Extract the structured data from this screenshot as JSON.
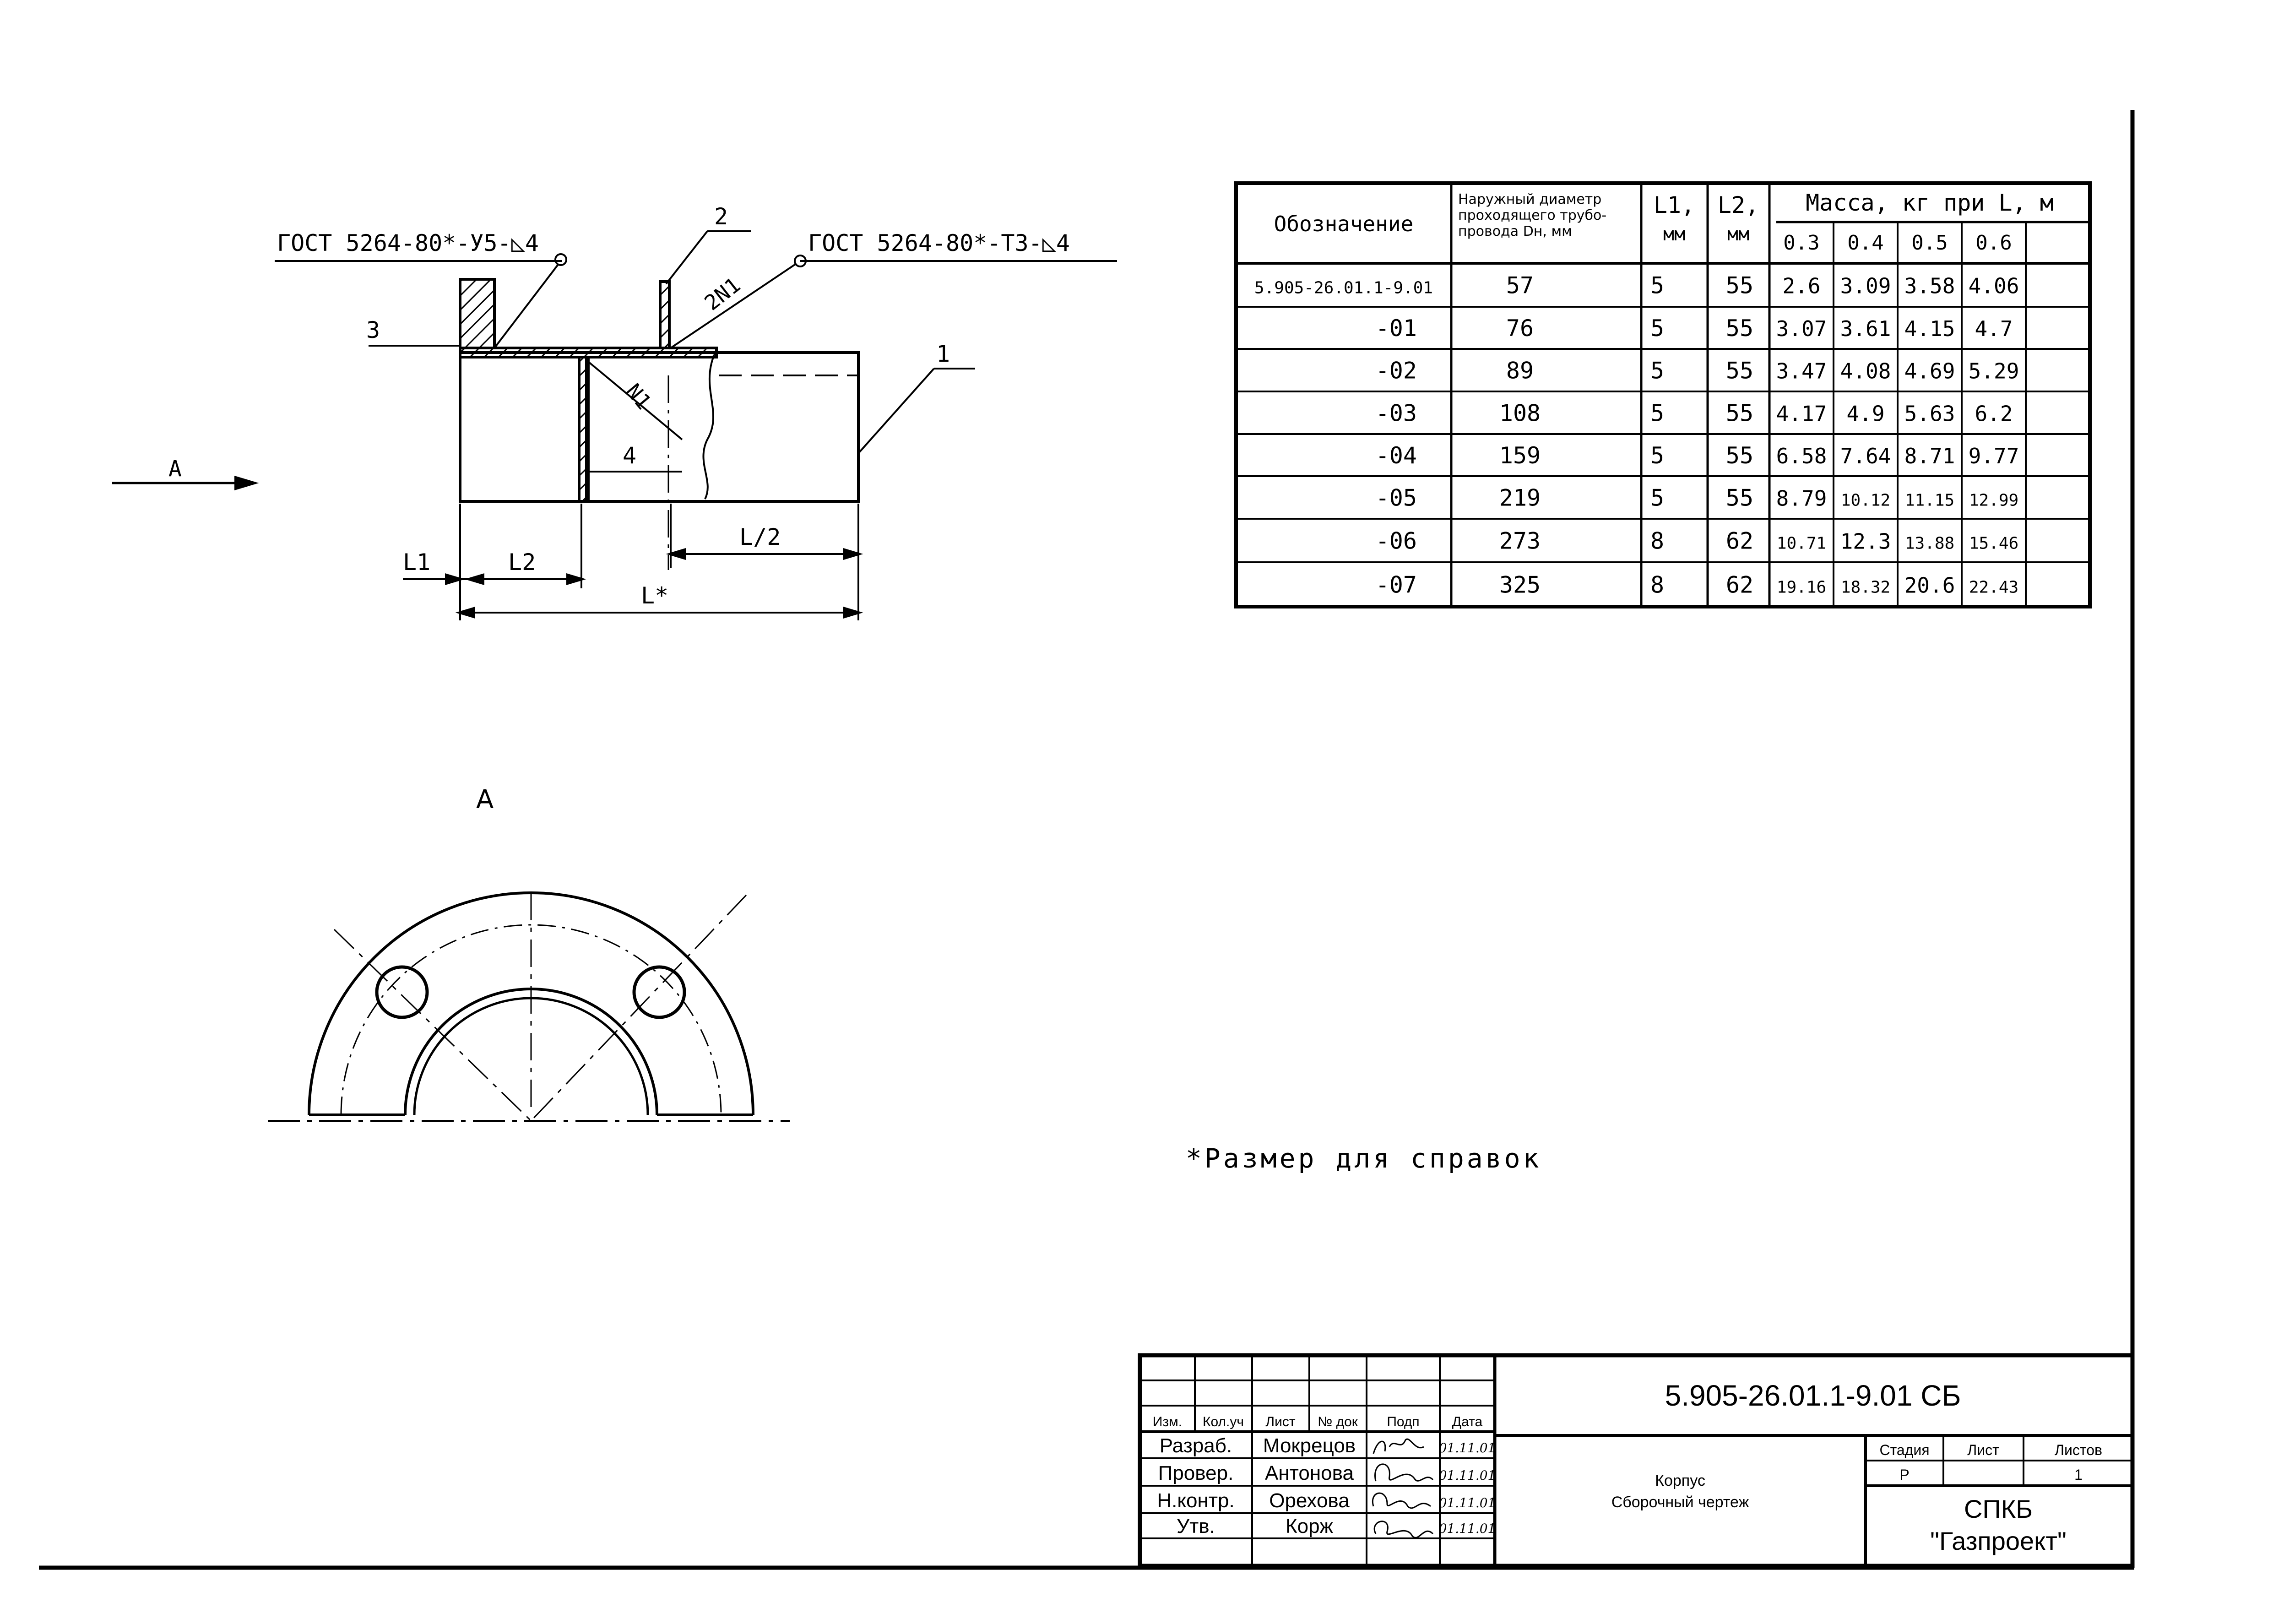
{
  "drawing": {
    "gost_left": "ГОСТ 5264-80*-У5-◺4",
    "gost_right": "ГОСТ 5264-80*-Т3-◺4",
    "weld_n1": "N1",
    "weld_2n1": "2N1",
    "pos1": "1",
    "pos2": "2",
    "pos3": "3",
    "pos4": "4",
    "view_arrow": "А",
    "dim_l1": "L1",
    "dim_l2": "L2",
    "dim_l_half": "L/2",
    "dim_l_total": "L*",
    "view_a_title": "А"
  },
  "note": "*Размер для справок",
  "table": {
    "headers": {
      "designation": "Обозначение",
      "diam_line1": "Наружный диаметр",
      "diam_line2": "проходящего трубо-",
      "diam_line3": "провода Dн, мм",
      "l1_a": "L1,",
      "l1_b": "мм",
      "l2_a": "L2,",
      "l2_b": "мм",
      "mass": "Масса, кг при L, м",
      "m1": "0.3",
      "m2": "0.4",
      "m3": "0.5",
      "m4": "0.6"
    },
    "rows": [
      {
        "des": "5.905-26.01.1-9.01",
        "d": "57",
        "l1": "5",
        "l2": "55",
        "a": "2.6",
        "b": "3.09",
        "c": "3.58",
        "e": "4.06"
      },
      {
        "des": "-01",
        "d": "76",
        "l1": "5",
        "l2": "55",
        "a": "3.07",
        "b": "3.61",
        "c": "4.15",
        "e": "4.7"
      },
      {
        "des": "-02",
        "d": "89",
        "l1": "5",
        "l2": "55",
        "a": "3.47",
        "b": "4.08",
        "c": "4.69",
        "e": "5.29"
      },
      {
        "des": "-03",
        "d": "108",
        "l1": "5",
        "l2": "55",
        "a": "4.17",
        "b": "4.9",
        "c": "5.63",
        "e": "6.2"
      },
      {
        "des": "-04",
        "d": "159",
        "l1": "5",
        "l2": "55",
        "a": "6.58",
        "b": "7.64",
        "c": "8.71",
        "e": "9.77"
      },
      {
        "des": "-05",
        "d": "219",
        "l1": "5",
        "l2": "55",
        "a": "8.79",
        "b": "10.12",
        "c": "11.15",
        "e": "12.99"
      },
      {
        "des": "-06",
        "d": "273",
        "l1": "8",
        "l2": "62",
        "a": "10.71",
        "b": "12.3",
        "c": "13.88",
        "e": "15.46"
      },
      {
        "des": "-07",
        "d": "325",
        "l1": "8",
        "l2": "62",
        "a": "19.16",
        "b": "18.32",
        "c": "20.6",
        "e": "22.43"
      }
    ]
  },
  "title_block": {
    "code": "5.905-26.01.1-9.01 СБ",
    "h_izm": "Изм.",
    "h_kol": "Кол.уч",
    "h_list": "Лист",
    "h_ndok": "№ док",
    "h_podp": "Подп",
    "h_data": "Дата",
    "r1_role": "Разраб.",
    "r1_name": "Мокрецов",
    "r1_date": "01.11.01",
    "r2_role": "Провер.",
    "r2_name": "Антонова",
    "r2_date": "01.11.01",
    "r3_role": "Н.контр.",
    "r3_name": "Орехова",
    "r3_date": "01.11.01",
    "r4_role": "Утв.",
    "r4_name": "Корж",
    "r4_date": "01.11.01",
    "name1": "Корпус",
    "name2": "Сборочный чертеж",
    "stage_h": "Стадия",
    "sheet_h": "Лист",
    "sheets_h": "Листов",
    "stage": "Р",
    "sheets": "1",
    "org1": "СПКБ",
    "org2": "\"Газпроект\""
  }
}
